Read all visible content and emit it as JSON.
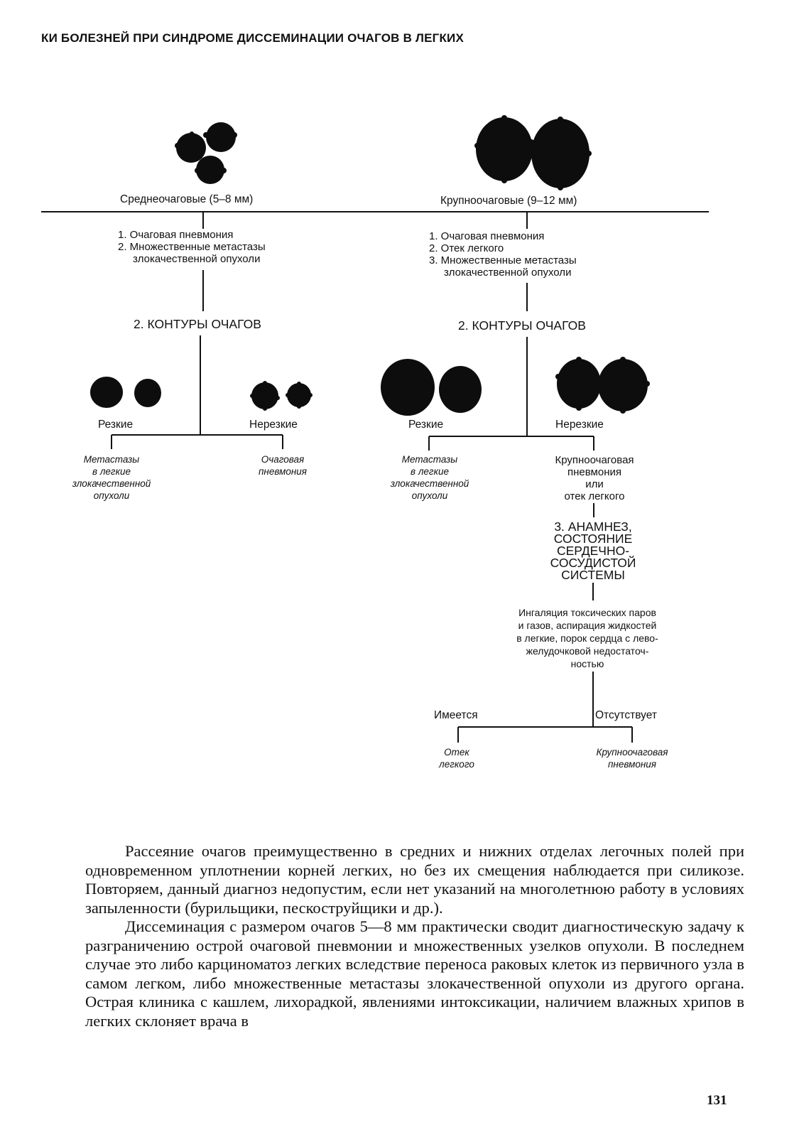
{
  "header": "КИ БОЛЕЗНЕЙ ПРИ СИНДРОМЕ ДИССЕМИНАЦИИ ОЧАГОВ В ЛЕГКИХ",
  "diagram": {
    "left": {
      "title": "Среднеочаговые (5–8 мм)",
      "items": [
        "1. Очаговая пневмония",
        "2. Множественные метастазы",
        "злокачественной опухоли"
      ],
      "contours_heading": "2. КОНТУРЫ ОЧАГОВ",
      "sharp_label": "Резкие",
      "unsharp_label": "Нерезкие",
      "sharp_result": [
        "Метастазы",
        "в легкие",
        "злокачественной",
        "опухоли"
      ],
      "unsharp_result": [
        "Очаговая",
        "пневмония"
      ]
    },
    "right": {
      "title": "Крупноочаговые (9–12 мм)",
      "items": [
        "1. Очаговая пневмония",
        "2. Отек легкого",
        "3. Множественные метастазы",
        "злокачественной опухоли"
      ],
      "contours_heading": "2. КОНТУРЫ ОЧАГОВ",
      "sharp_label": "Резкие",
      "unsharp_label": "Нерезкие",
      "sharp_result": [
        "Метастазы",
        "в легкие",
        "злокачественной",
        "опухоли"
      ],
      "unsharp_result": [
        "Крупноочаговая",
        "пневмония",
        "или",
        "отек легкого"
      ],
      "anamnesis_heading": [
        "3. АНАМНЕЗ,",
        "СОСТОЯНИЕ",
        "СЕРДЕЧНО-",
        "СОСУДИСТОЙ",
        "СИСТЕМЫ"
      ],
      "anamnesis_note": [
        "Ингаляция токсических паров",
        "и газов, аспирация жидкостей",
        "в легкие, порок сердца с лево-",
        "желудочковой недостаточ-",
        "ностью"
      ],
      "present_label": "Имеется",
      "absent_label": "Отсутствует",
      "present_result": [
        "Отек",
        "легкого"
      ],
      "absent_result": [
        "Крупноочаговая",
        "пневмония"
      ]
    }
  },
  "body": {
    "paragraphs": [
      "Рассеяние очагов преимущественно в средних и нижних отделах легочных полей при одновременном уплотнении корней легких, но без их смещения наблюдается при силикозе. Повторяем, данный диагноз недопустим, если нет указаний на многолетнюю работу в условиях запыленности (бурильщики, пескоструйщики и др.).",
      "Диссеминация с размером очагов 5—8 мм практически сводит диагностическую задачу к разграничению острой очаговой пневмонии и множественных узелков опухоли. В последнем случае это либо карциноматоз легких вследствие переноса раковых клеток из первичного узла в самом легком, либо множественные метастазы злокачественной опухоли из другого органа. Острая клиника с кашлем, лихорадкой, явлениями интоксикации, наличием влажных хрипов в легких склоняет врача в"
    ]
  },
  "page_number": "131"
}
